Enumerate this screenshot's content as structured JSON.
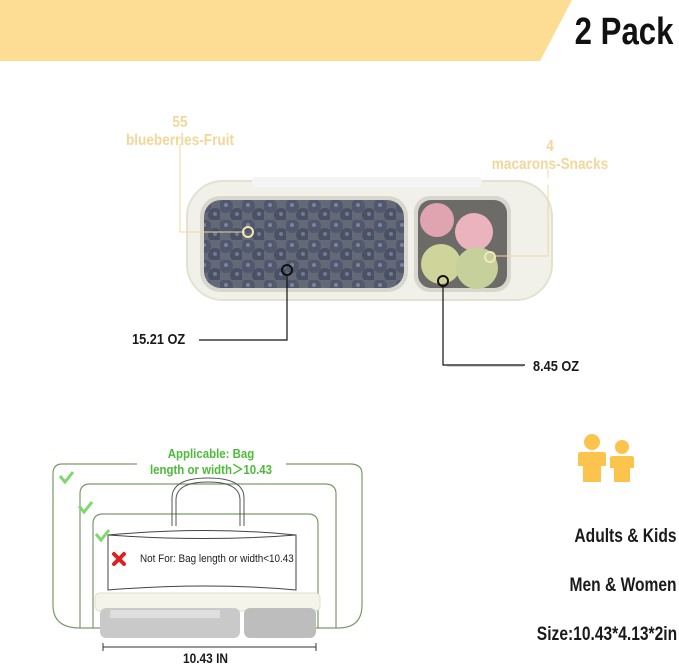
{
  "header": {
    "title": "2 Pack",
    "banner_color": "#fddc93"
  },
  "container_view": {
    "callouts": [
      {
        "count": "55",
        "label": "blueberries-Fruit"
      },
      {
        "count": "4",
        "label": "macarons-Snacks"
      }
    ],
    "capacities": [
      {
        "compartment": "large",
        "value": "15.21 OZ"
      },
      {
        "compartment": "small",
        "value": "8.45 OZ"
      }
    ],
    "callout_color": "#f3d79a"
  },
  "bag_fit": {
    "applicable_line1": "Applicable: Bag",
    "applicable_line2": "length or width＞10.43",
    "not_for": "Not For: Bag length or width<10.43",
    "width_label": "10.43 IN",
    "accent_color": "#4cbb38",
    "fail_color": "#e02020"
  },
  "features": {
    "icon": "people-icon",
    "icon_color": "#fcc44d",
    "items": [
      "Adults & Kids",
      "Men & Women",
      "Size:10.43*4.13*2in"
    ]
  }
}
